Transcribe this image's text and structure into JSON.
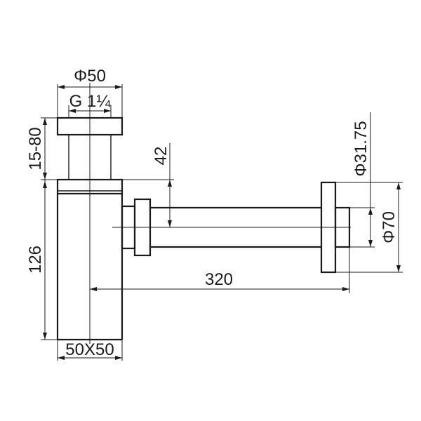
{
  "labels": {
    "top_diameter": "Φ50",
    "thread": "G 1¼",
    "height_adjust": "15-80",
    "offset": "42",
    "body_height": "126",
    "length": "320",
    "body_section": "50X50",
    "pipe_diameter": "Φ31.75",
    "flange_diameter": "Φ70"
  }
}
